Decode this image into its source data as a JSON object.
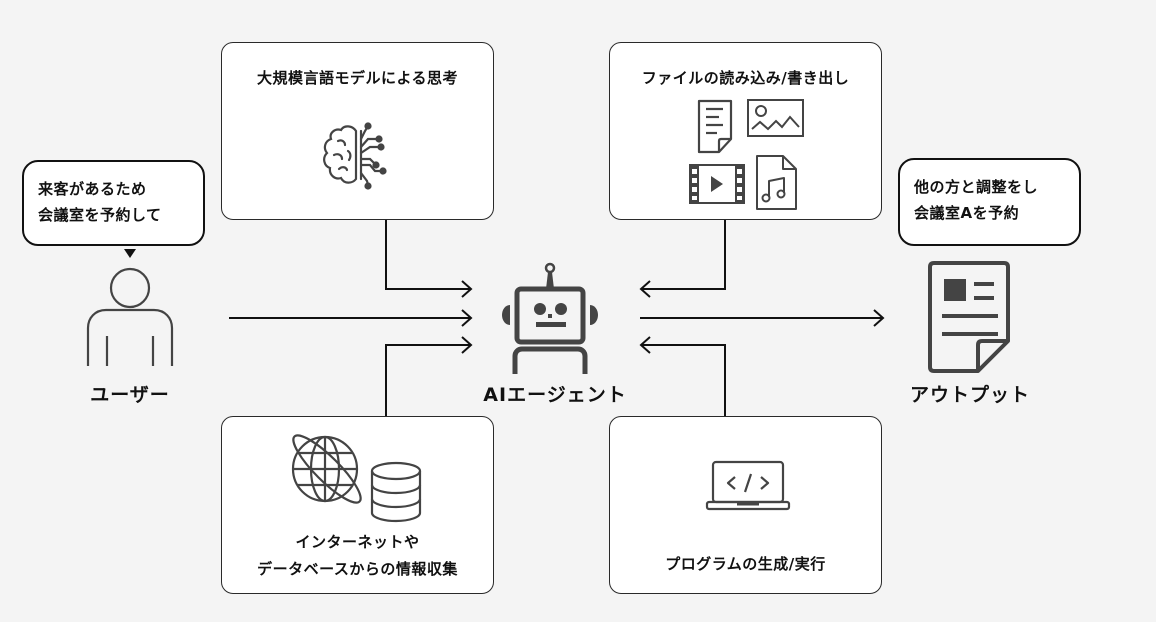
{
  "user": {
    "label": "ユーザー",
    "speech": [
      "来客があるため",
      "会議室を予約して"
    ]
  },
  "agent": {
    "label": "AIエージェント"
  },
  "output": {
    "label": "アウトプット",
    "speech": [
      "他の方と調整をし",
      "会議室Aを予約"
    ]
  },
  "capabilities": {
    "llm": {
      "title": "大規模言語モデルによる思考",
      "icon": "brain-circuit-icon"
    },
    "files": {
      "title": "ファイルの読み込み/書き出し",
      "icons": [
        "document-icon",
        "image-icon",
        "video-icon",
        "music-file-icon"
      ]
    },
    "web": {
      "title_lines": [
        "インターネットや",
        "データベースからの情報収集"
      ],
      "icons": [
        "globe-icon",
        "database-icon"
      ]
    },
    "program": {
      "title": "プログラムの生成/実行",
      "icon": "laptop-code-icon"
    }
  },
  "colors": {
    "background": "#f4f4f4",
    "icon": "#444444",
    "line": "#111111"
  }
}
